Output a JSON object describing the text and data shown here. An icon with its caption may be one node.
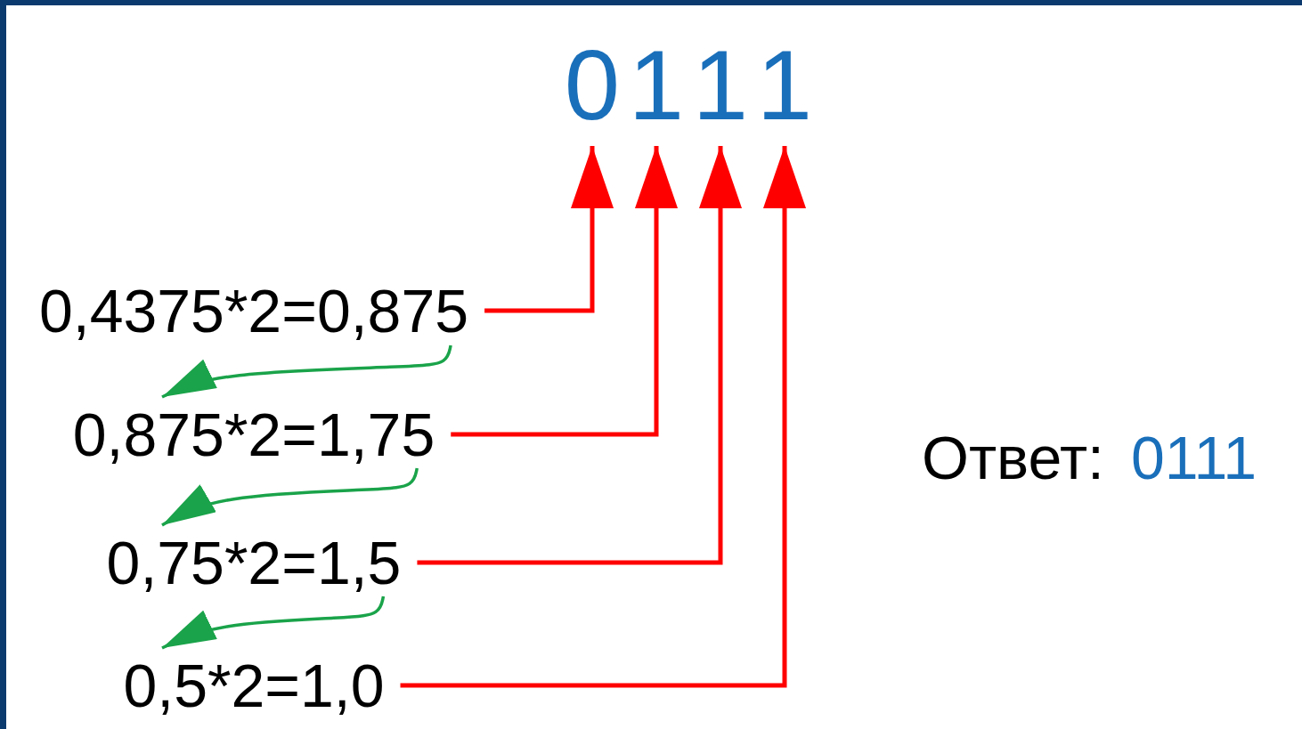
{
  "diagram": {
    "nodes": [
      {
        "text": [
          "0,4375*2=0,875"
        ]
      },
      {
        "text": [
          "0,875*2=1,75"
        ]
      },
      {
        "text": [
          "0,75*2=1,5"
        ]
      },
      {
        "text": [
          "0,5*2=1,0"
        ]
      },
      {
        "text": [
          "0"
        ]
      },
      {
        "text": [
          "1"
        ]
      },
      {
        "text": [
          "1"
        ]
      },
      {
        "text": [
          "1"
        ]
      }
    ],
    "edges": [
      {
        "from": 0,
        "to": 4,
        "arrow": "to"
      },
      {
        "from": 1,
        "to": 5,
        "arrow": "to"
      },
      {
        "from": 2,
        "to": 6,
        "arrow": "to"
      },
      {
        "from": 3,
        "to": 7,
        "arrow": "to"
      },
      {
        "from": 0,
        "to": 1,
        "arrow": "to",
        "color": "#1aa34a"
      },
      {
        "from": 1,
        "to": 2,
        "arrow": "to",
        "color": "#1aa34a"
      },
      {
        "from": 2,
        "to": 3,
        "arrow": "to",
        "color": "#1aa34a"
      }
    ],
    "labels": [
      "Ответ:",
      "0111"
    ]
  }
}
